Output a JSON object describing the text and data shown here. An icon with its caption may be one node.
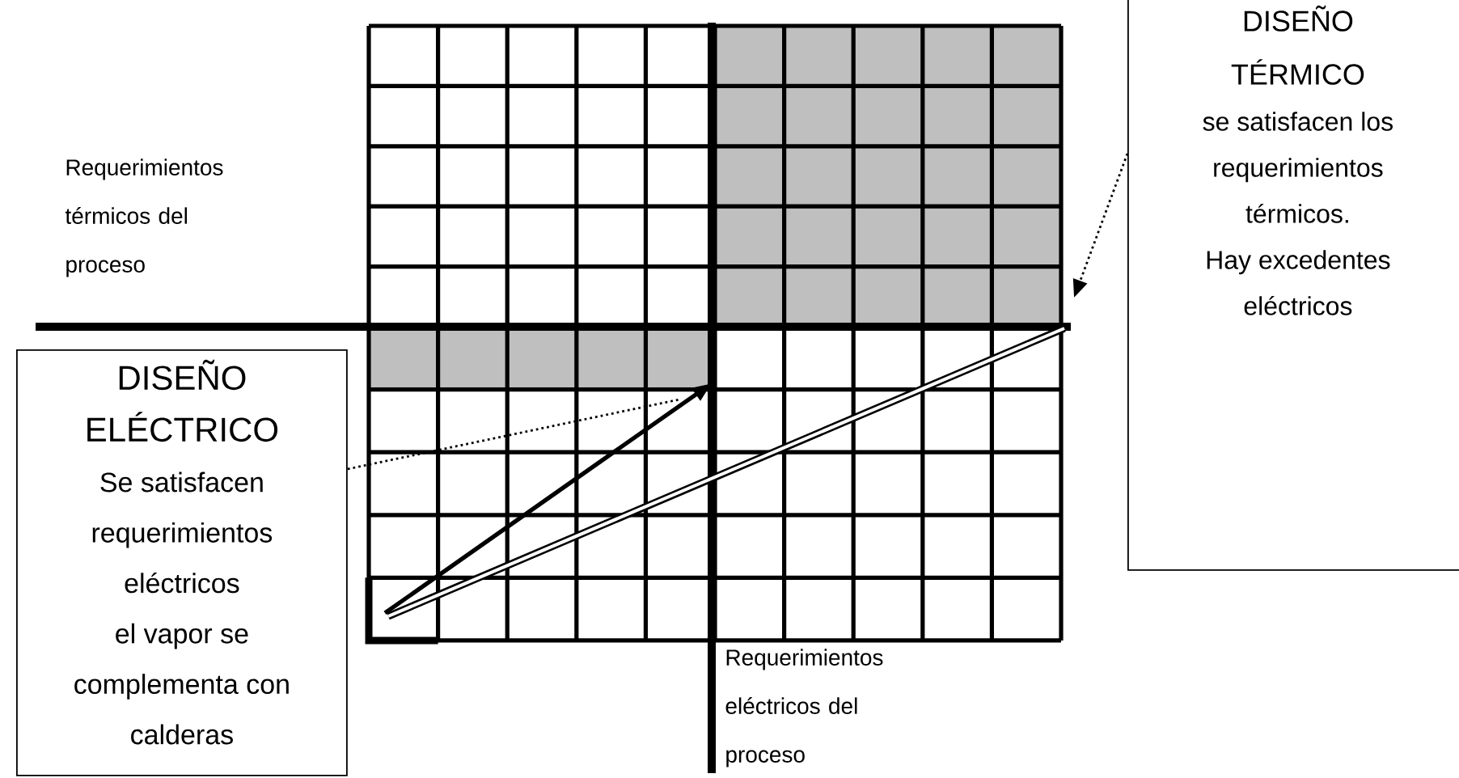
{
  "diagram": {
    "nodes": [
      {
        "text": [
          "DISEÑO ELÉCTRICO",
          "Se satisfacen requerimientos eléctricos",
          "el vapor se complementa con calderas"
        ]
      },
      {
        "text": [
          "DISEÑO TÉRMICO",
          "se satisfacen los requerimientos térmicos.",
          "Hay excedentes eléctricos"
        ]
      }
    ],
    "edges": [
      {
        "from": 0,
        "to": null,
        "arrow": "none"
      },
      {
        "from": 1,
        "to": null,
        "arrow": "to"
      }
    ],
    "labels": [
      "Requerimientos térmicos del proceso",
      "Requerimientos eléctricos del proceso"
    ]
  }
}
